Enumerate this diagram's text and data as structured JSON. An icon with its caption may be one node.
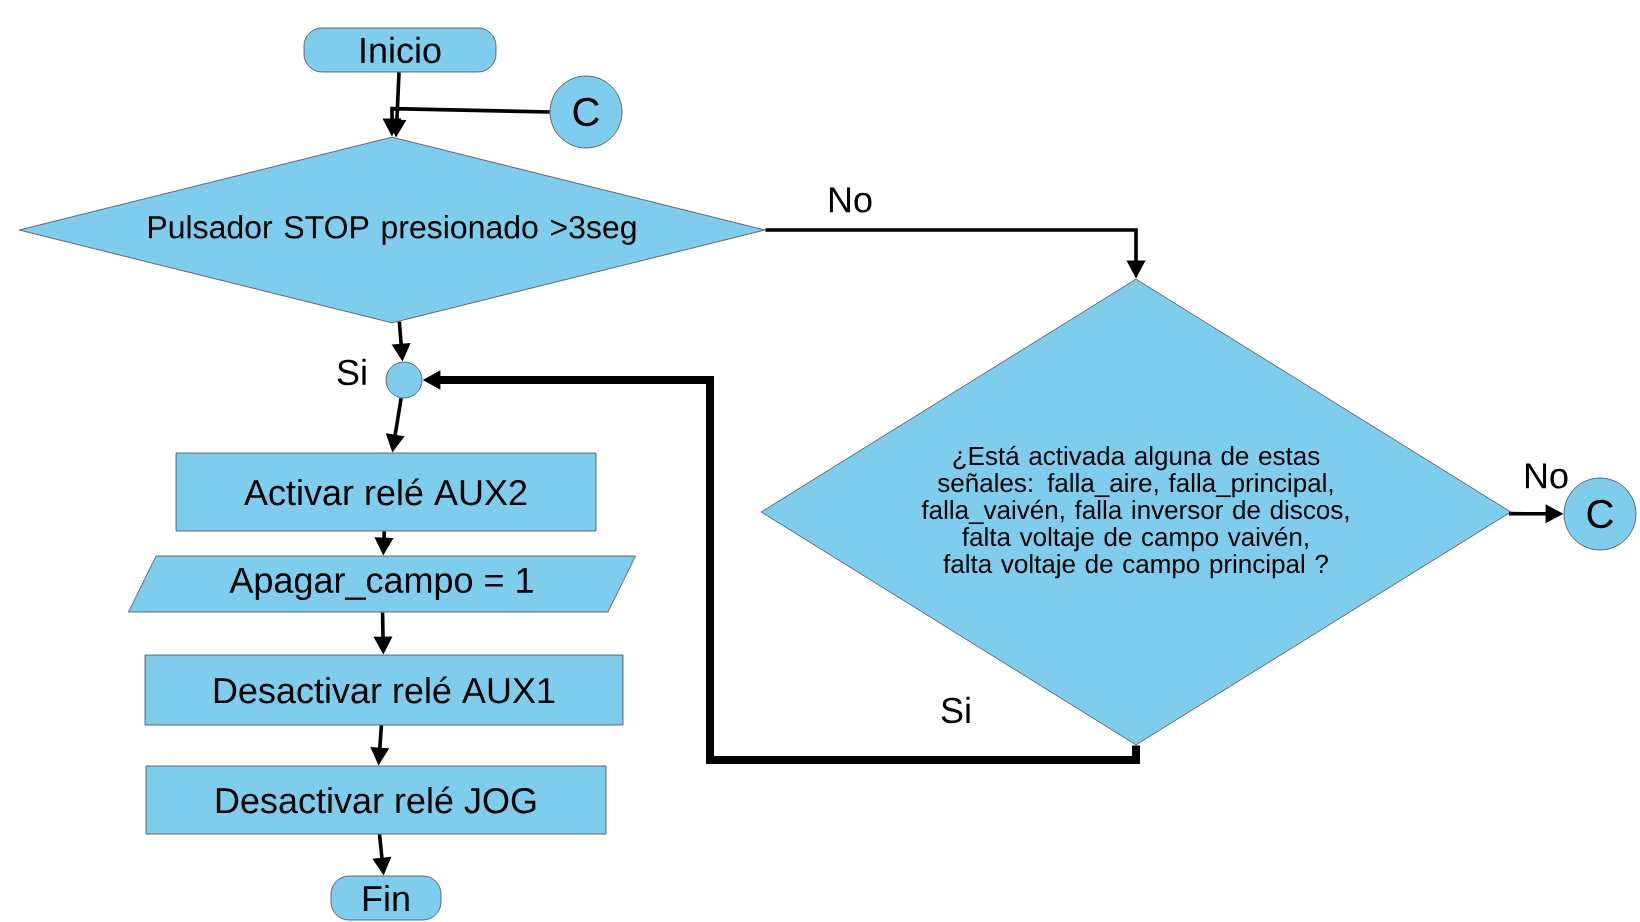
{
  "diagram": {
    "nodes": [
      {
        "text": [
          "Inicio"
        ]
      },
      {
        "text": [
          "C"
        ]
      },
      {
        "text": [
          "Pulsador STOP presionado >3seg"
        ]
      },
      {
        "text": [],
        "shape": "circle"
      },
      {
        "text": [
          "Activar relé AUX2"
        ]
      },
      {
        "text": [
          "Apagar_campo = 1"
        ]
      },
      {
        "text": [
          "Desactivar relé AUX1"
        ]
      },
      {
        "text": [
          "Desactivar relé JOG"
        ]
      },
      {
        "text": [
          "Fin"
        ]
      },
      {
        "text": [
          "¿Está activada alguna de estas señales: falla_aire, falla_principal, falla_vaivén, falla inversor de discos, falta voltaje de campo vaivén, falta voltaje de campo principal ?"
        ]
      },
      {
        "text": [
          "C"
        ]
      }
    ],
    "edges": [
      {
        "from": 0,
        "to": 2,
        "arrow": "to"
      },
      {
        "from": 1,
        "to": 2,
        "arrow": "to"
      },
      {
        "from": 2,
        "to": 3,
        "arrow": "to",
        "label": "Si"
      },
      {
        "from": 3,
        "to": 4,
        "arrow": "to"
      },
      {
        "from": 4,
        "to": 5,
        "arrow": "to"
      },
      {
        "from": 5,
        "to": 6,
        "arrow": "to"
      },
      {
        "from": 6,
        "to": 7,
        "arrow": "to"
      },
      {
        "from": 7,
        "to": 8,
        "arrow": "to"
      },
      {
        "from": 2,
        "to": 9,
        "arrow": "to",
        "label": "No"
      },
      {
        "from": 9,
        "to": 10,
        "arrow": "to",
        "label": "No"
      },
      {
        "from": 9,
        "to": 3,
        "arrow": "to",
        "label": "Si",
        "style": "thick"
      }
    ]
  }
}
